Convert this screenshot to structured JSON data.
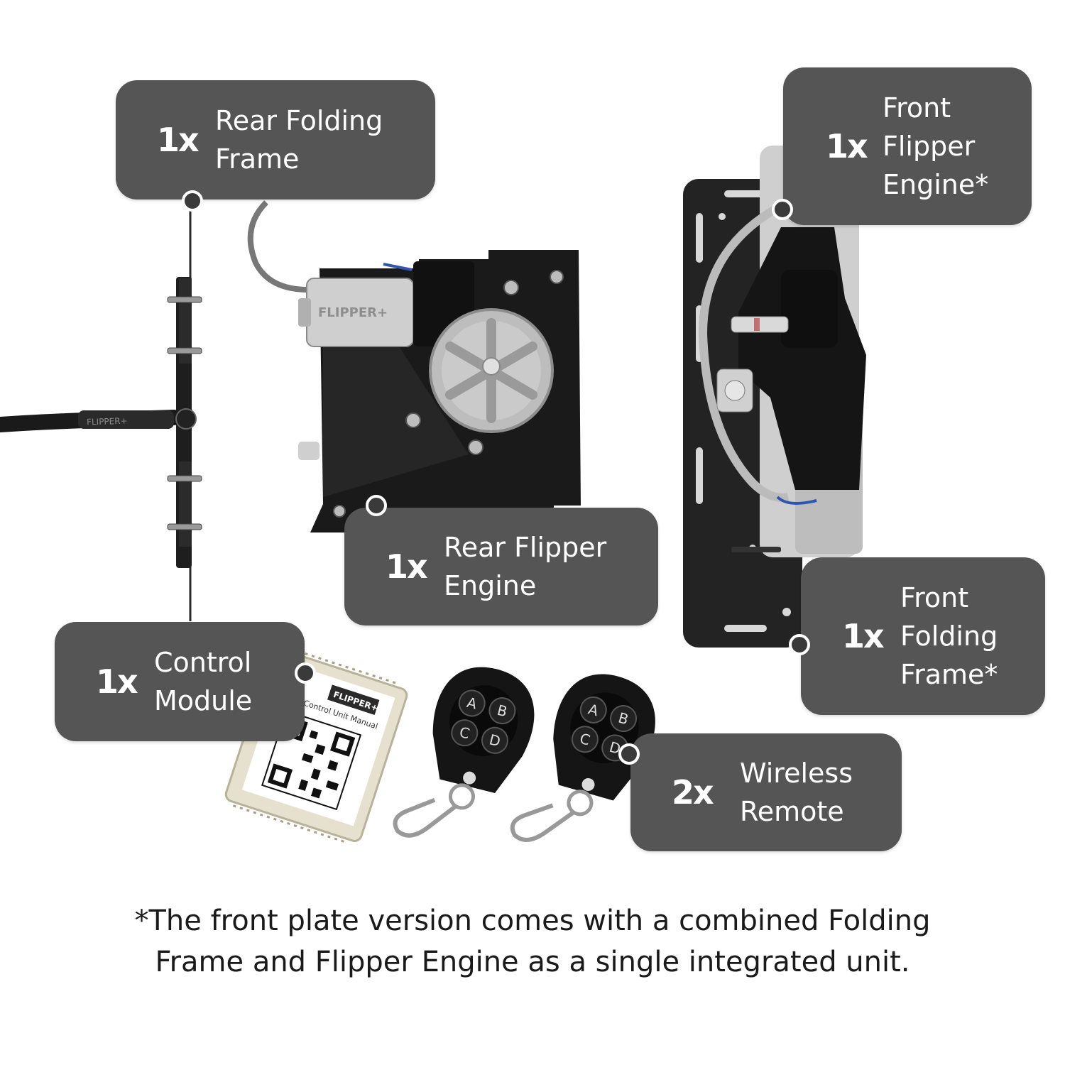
{
  "callouts": {
    "rear_folding_frame": {
      "qty": "1x",
      "line1": "Rear Folding",
      "line2": "Frame"
    },
    "front_flipper_engine": {
      "qty": "1x",
      "line1": "Front",
      "line2": "Flipper",
      "line3": "Engine*"
    },
    "rear_flipper_engine": {
      "qty": "1x",
      "line1": "Rear Flipper",
      "line2": "Engine"
    },
    "front_folding_frame": {
      "qty": "1x",
      "line1": "Front",
      "line2": "Folding",
      "line3": "Frame*"
    },
    "control_module": {
      "qty": "1x",
      "line1": "Control",
      "line2": "Module"
    },
    "wireless_remote": {
      "qty": "2x",
      "line1": "Wireless",
      "line2": "Remote"
    }
  },
  "product_marks": {
    "engine_brand": "FLIPPER+",
    "cable_brand": "FLIPPER+",
    "module_brand": "FLIPPER+",
    "module_caption": "Control Unit Manual",
    "remote_buttons": [
      "A",
      "B",
      "C",
      "D"
    ]
  },
  "footnote": {
    "line1": "*The front plate version comes with a combined Folding",
    "line2": "Frame and Flipper Engine as a single integrated unit."
  },
  "colors": {
    "callout_bg": "#555555",
    "callout_text": "#ffffff",
    "device_black": "#1c1c1c",
    "metal": "#b8b8b8"
  }
}
